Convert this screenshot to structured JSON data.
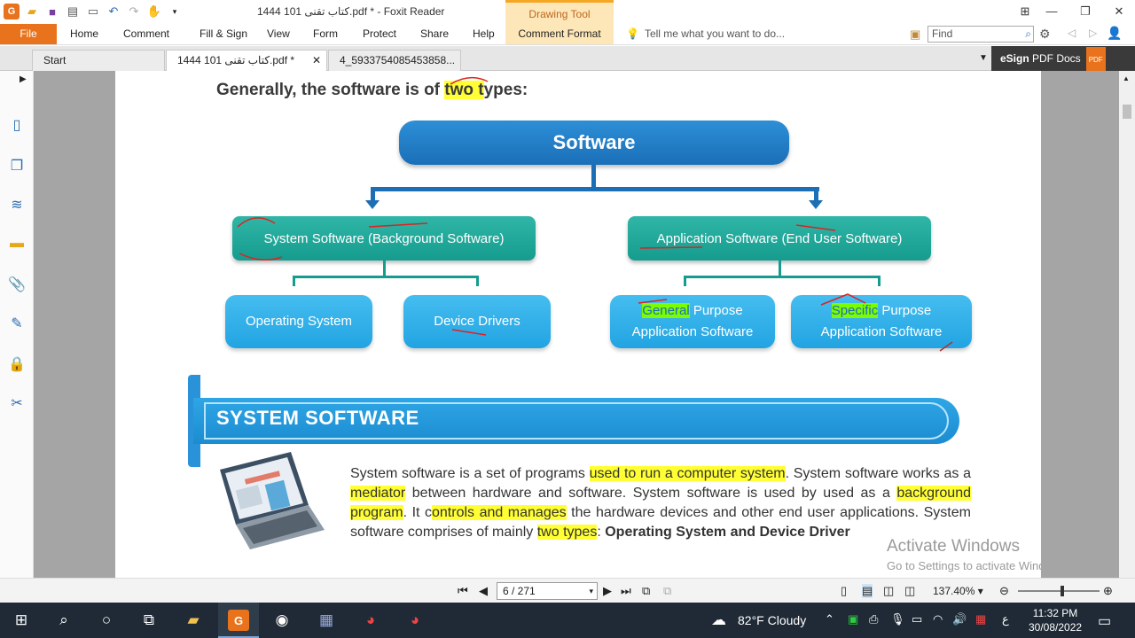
{
  "window": {
    "title": "1444 101 كتاب تقنى.pdf * - Foxit Reader",
    "context_tab": "Drawing Tool"
  },
  "ribbon": {
    "file": "File",
    "tabs": [
      "Home",
      "Comment",
      "Fill & Sign",
      "View",
      "Form",
      "Protect",
      "Share",
      "Help"
    ],
    "comment_format": "Comment Format",
    "tell_me": "Tell me what you want to do...",
    "find_placeholder": "Find"
  },
  "doc_tabs": {
    "start": "Start",
    "active": "1444 101 كتاب تقنى.pdf *",
    "other": "4_5933754085453858..."
  },
  "esign": {
    "label_bold": "eSign",
    "label": " PDF Docs",
    "badge": "PDF"
  },
  "page": {
    "heading_pre": "Generally, the software is of ",
    "heading_hl": "two t",
    "heading_post": "ypes:",
    "diagram": {
      "root": "Software",
      "left": "System Software (Background Software)",
      "right": "Application Software (End User Software)",
      "left_children": [
        "Operating System",
        "Device Drivers"
      ],
      "right_children": [
        {
          "hl": "General",
          "line1": " Purpose",
          "line2": "Application Software"
        },
        {
          "hl": "Specific",
          "line1": "  Purpose",
          "line2": "Application Software"
        }
      ]
    },
    "section_title": "SYSTEM SOFTWARE",
    "paragraph": [
      {
        "t": "System software is a set of programs "
      },
      {
        "t": "used to run a computer system",
        "hl": true
      },
      {
        "t": ". System software works as a "
      },
      {
        "t": "mediator",
        "hl": true
      },
      {
        "t": " between hardware and software. System software is used by used as a "
      },
      {
        "t": "background program",
        "hl": true
      },
      {
        "t": ". It c"
      },
      {
        "t": "ontrols and manages",
        "hl": true
      },
      {
        "t": " the hardware devices and other end user applications. System software comprises of mainly "
      },
      {
        "t": "two types",
        "hl": true
      },
      {
        "t": ": "
      },
      {
        "t": "Operating System and Device Driver",
        "bold": true
      }
    ],
    "watermark_line1": "Activate Windows",
    "watermark_line2": "Go to Settings to activate Windows."
  },
  "statusbar": {
    "page_indicator": "6 / 271",
    "zoom": "137.40%"
  },
  "taskbar": {
    "weather": "82°F  Cloudy",
    "lang": "ع",
    "time": "11:32 PM",
    "date": "30/08/2022"
  }
}
